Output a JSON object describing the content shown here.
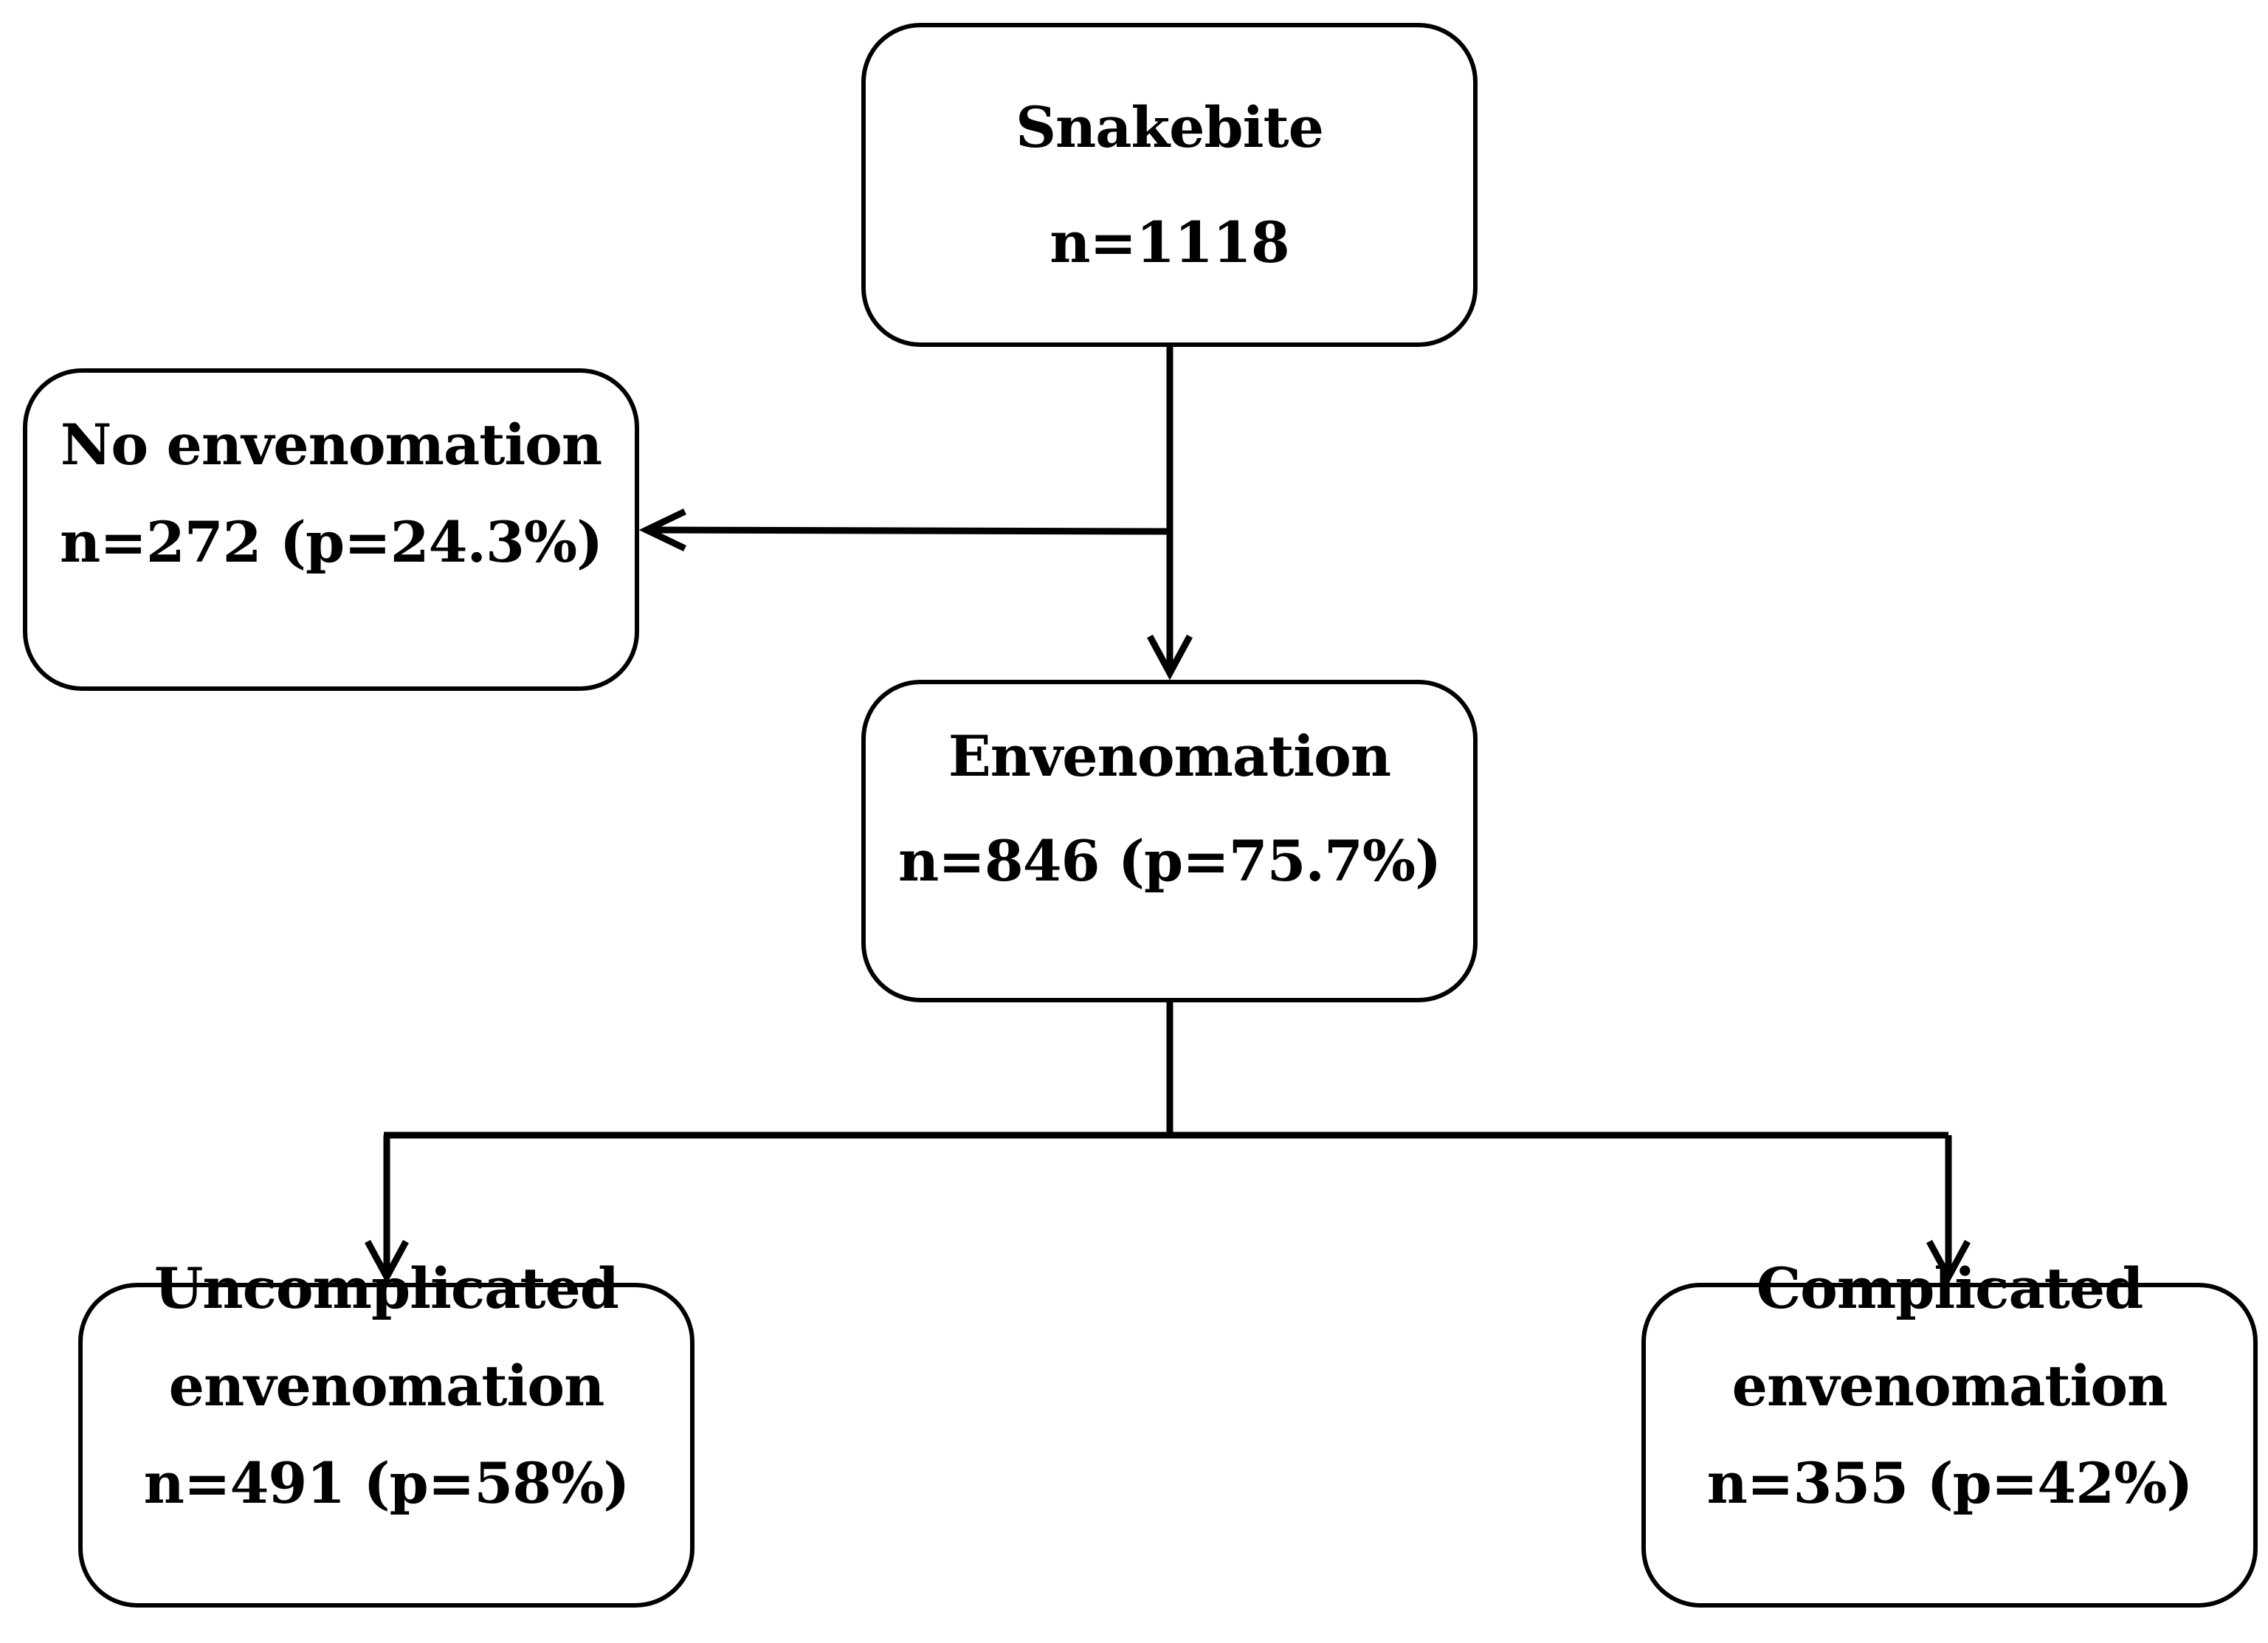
{
  "nodes": {
    "snakebite": {
      "label": "Snakebite",
      "count": "n=1118"
    },
    "no_envenomation": {
      "label": "No envenomation",
      "stats": "n=272 (p=24.3%)"
    },
    "envenomation": {
      "label": "Envenomation",
      "stats": "n=846 (p=75.7%)"
    },
    "uncomplicated": {
      "label_line1": "Uncomplicated",
      "label_line2": "envenomation",
      "stats": "n=491 (p=58%)"
    },
    "complicated": {
      "label_line1": "Complicated",
      "label_line2": "envenomation",
      "stats": "n=355 (p=42%)"
    }
  },
  "edges": [
    {
      "from": "snakebite",
      "to": "no_envenomation"
    },
    {
      "from": "snakebite",
      "to": "envenomation"
    },
    {
      "from": "envenomation",
      "to": "uncomplicated"
    },
    {
      "from": "envenomation",
      "to": "complicated"
    }
  ],
  "colors": {
    "stroke": "#000000",
    "background": "#ffffff",
    "text": "#000000"
  }
}
